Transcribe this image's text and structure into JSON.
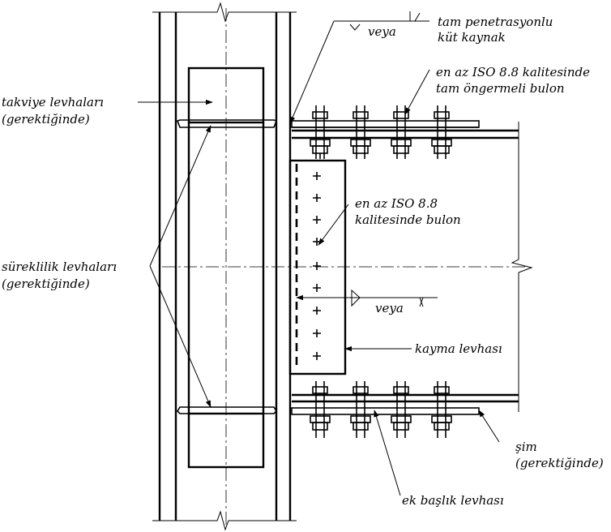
{
  "labels": {
    "stiffener": [
      "takviye levhaları",
      "(gerektiğinde)"
    ],
    "continuity": [
      "süreklilik levhaları",
      "(gerektiğinde)"
    ],
    "full_penetration_weld": [
      "tam penetrasyonlu",
      "küt kaynak"
    ],
    "weld_or_1": "veya",
    "pretensioned_bolt": [
      "en az ISO 8.8  kalitesinde",
      "tam öngermeli bulon"
    ],
    "web_bolt": [
      "en az ISO 8.8",
      "kalitesinde bulon"
    ],
    "weld_or_2": "veya",
    "shear_plate": "kayma levhası",
    "shim": [
      "şim",
      "(gerektiğinde)"
    ],
    "flange_splice_plate": "ek başlık levhası"
  }
}
